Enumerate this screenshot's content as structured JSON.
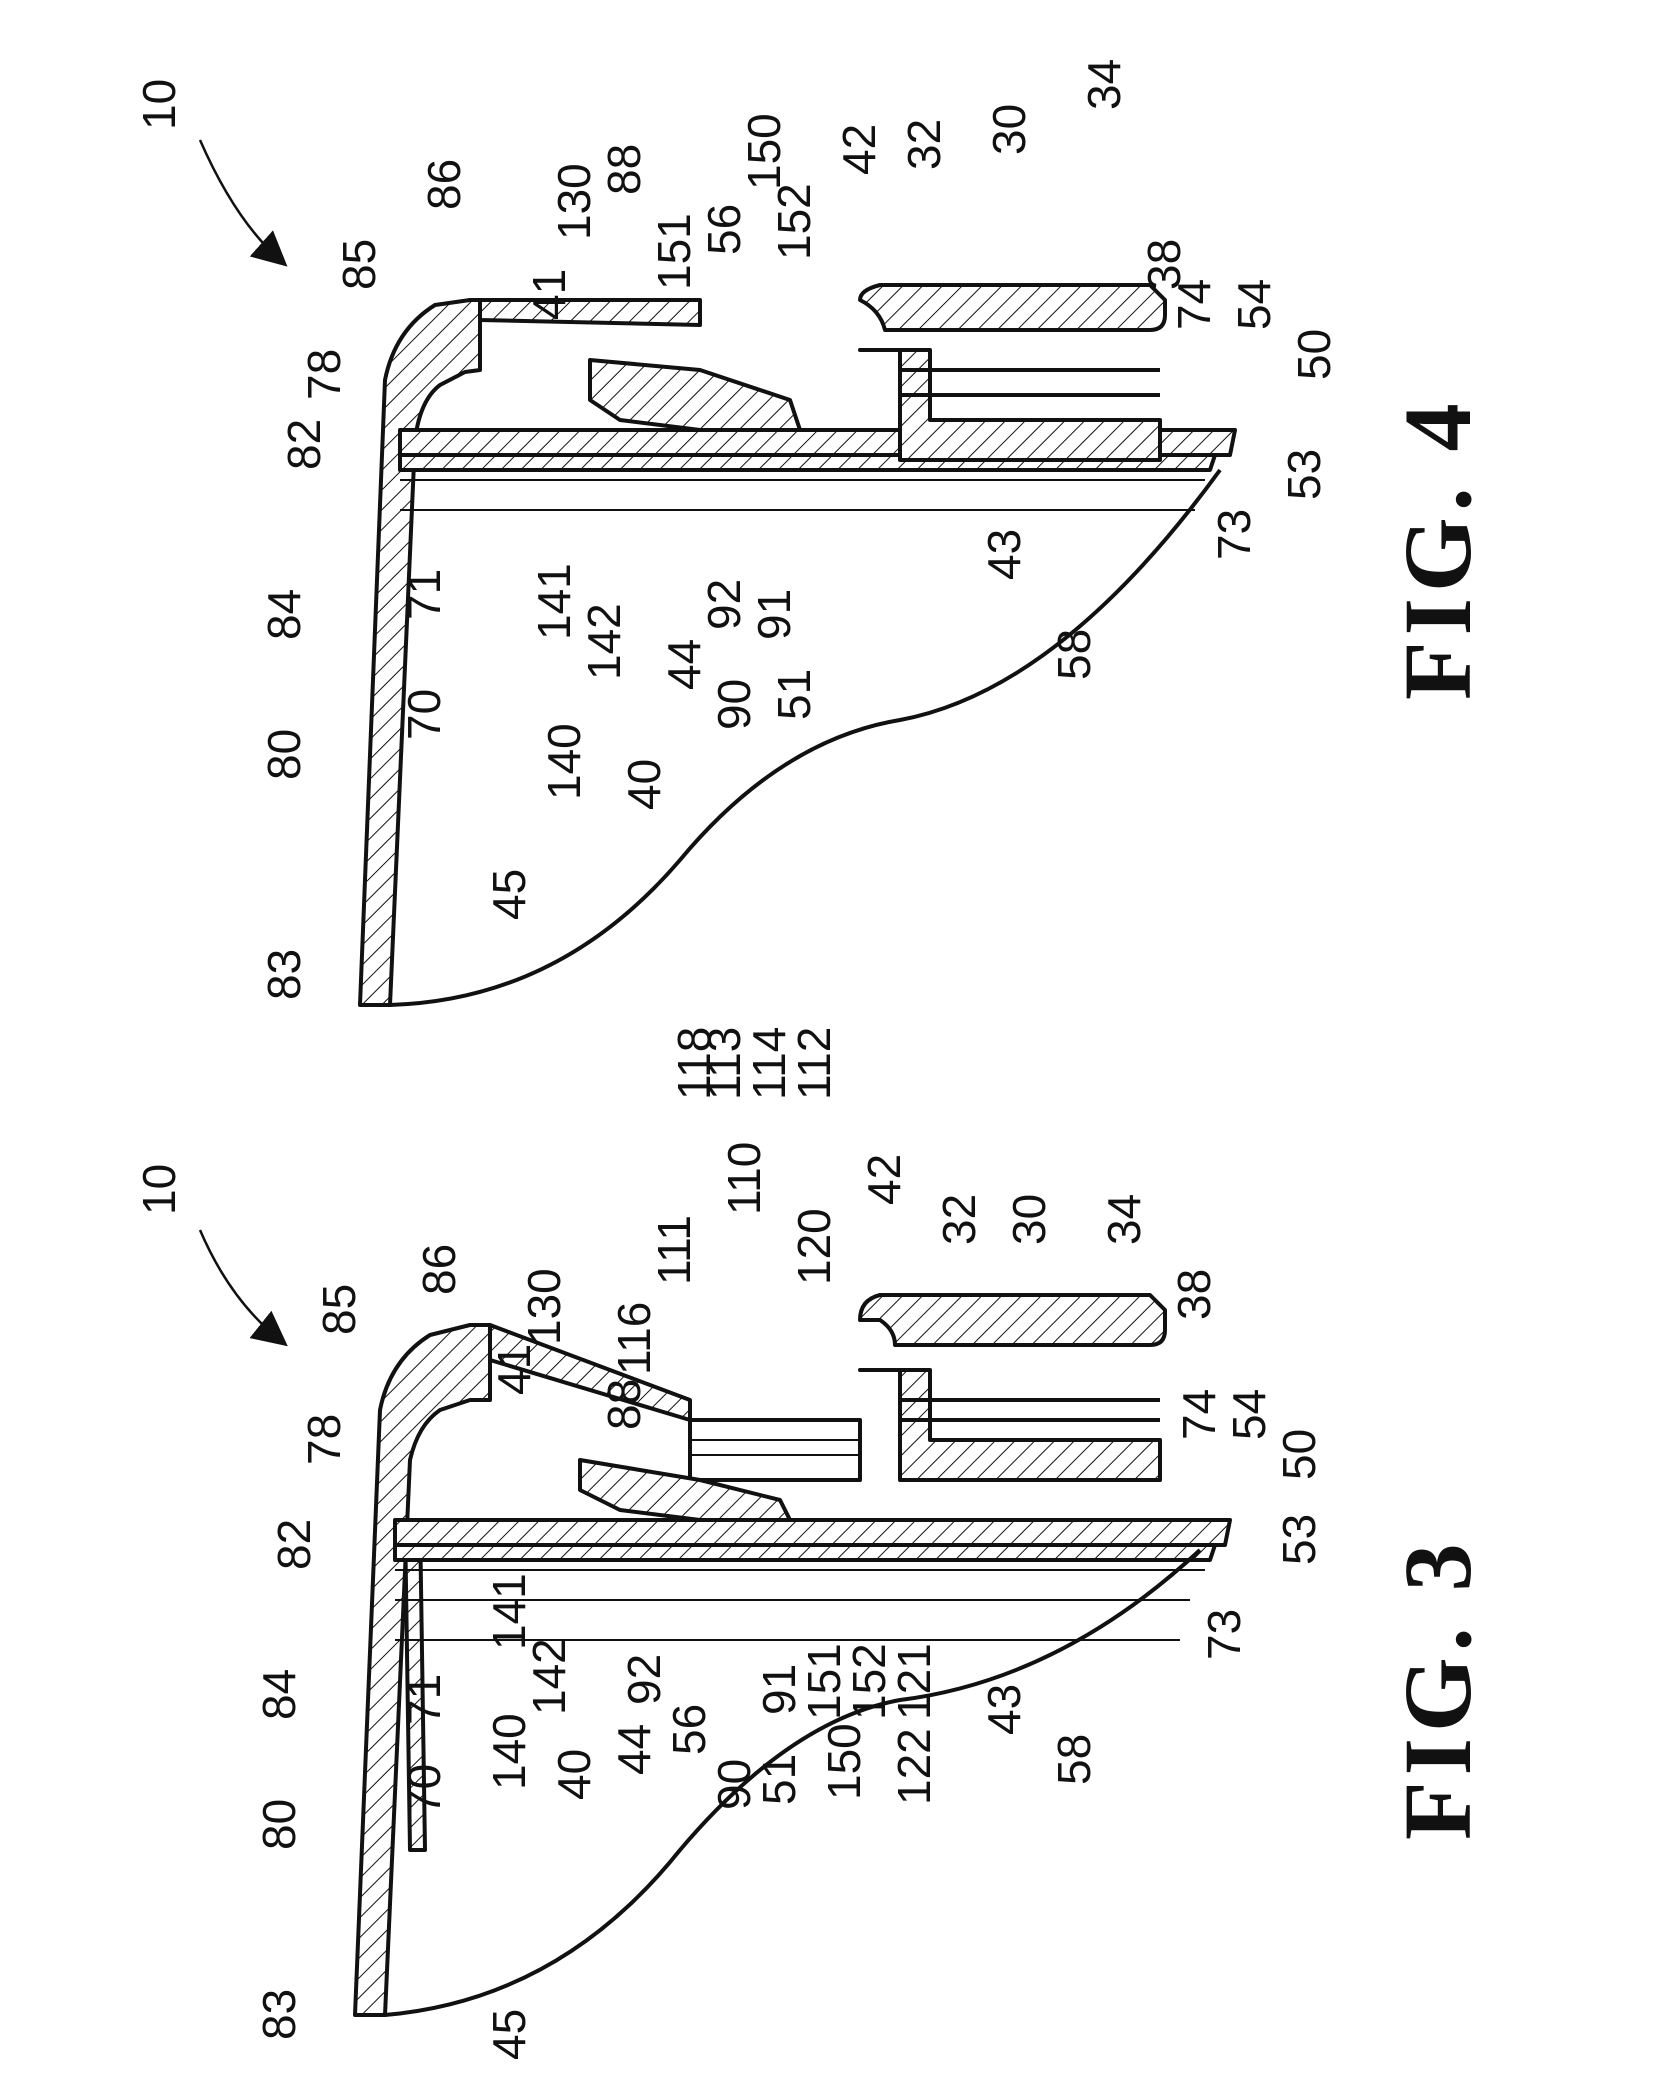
{
  "figures": [
    {
      "title": "FIG. 3",
      "assembly_ref": "10",
      "labels": [
        "83",
        "80",
        "84",
        "82",
        "78",
        "85",
        "86",
        "88",
        "116",
        "111",
        "118",
        "113",
        "114",
        "112",
        "110",
        "120",
        "130",
        "41",
        "42",
        "32",
        "30",
        "34",
        "38",
        "74",
        "54",
        "50",
        "53",
        "73",
        "58",
        "43",
        "121",
        "122",
        "152",
        "150",
        "151",
        "51",
        "91",
        "90",
        "56",
        "92",
        "44",
        "40",
        "142",
        "141",
        "140",
        "71",
        "70",
        "45"
      ]
    },
    {
      "title": "FIG. 4",
      "assembly_ref": "10",
      "labels": [
        "83",
        "80",
        "84",
        "82",
        "78",
        "85",
        "86",
        "130",
        "41",
        "88",
        "151",
        "56",
        "150",
        "152",
        "42",
        "32",
        "30",
        "34",
        "38",
        "74",
        "54",
        "50",
        "53",
        "73",
        "58",
        "43",
        "51",
        "91",
        "90",
        "92",
        "44",
        "40",
        "142",
        "141",
        "140",
        "71",
        "70",
        "45"
      ]
    }
  ]
}
